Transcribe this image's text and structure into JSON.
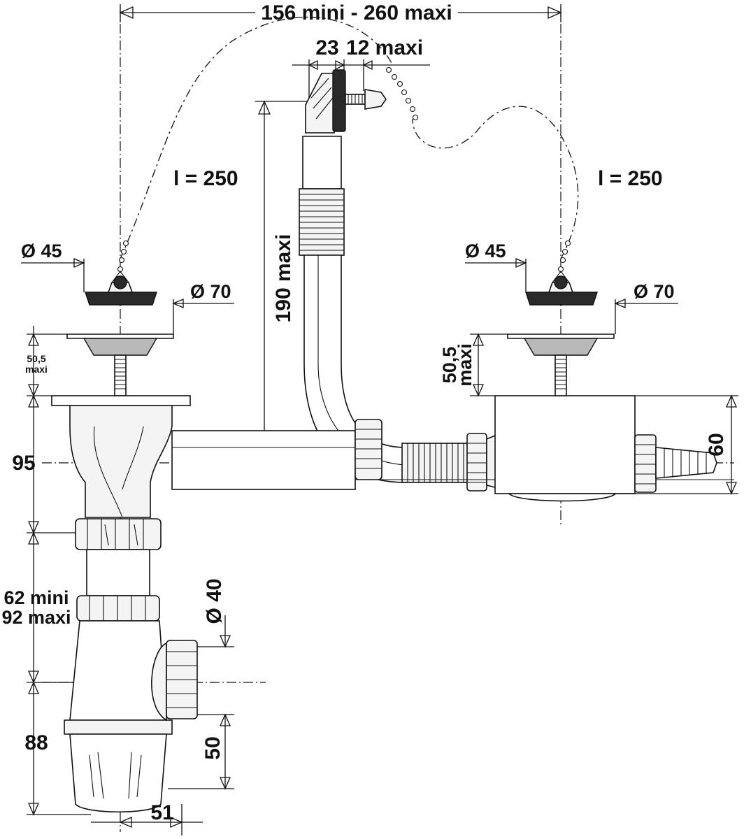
{
  "labels": {
    "overall_width": "156 mini - 260 maxi",
    "overflow_depth": "23",
    "overflow_gap": "12 maxi",
    "chain_length_left": "l = 250",
    "chain_length_right": "l = 250",
    "plug_diameter_left": "Ø 45",
    "plug_diameter_right": "Ø 45",
    "strainer_diameter_left": "Ø 70",
    "strainer_diameter_right": "Ø 70",
    "overflow_height": "190 maxi",
    "left_tail_top": "50,5",
    "left_tail_bottom": "maxi",
    "right_tail_top": "50,5",
    "right_tail_bottom": "maxi",
    "body_height": "95",
    "right_body_height": "60",
    "tube_min": "62 mini",
    "tube_max": "92 maxi",
    "outlet_diameter": "Ø 40",
    "trap_height": "88",
    "outlet_height": "50",
    "trap_offset": "51"
  },
  "colors": {
    "line": "#111111",
    "metal": "#b9b9b9",
    "rubber": "#2a2a2a"
  }
}
